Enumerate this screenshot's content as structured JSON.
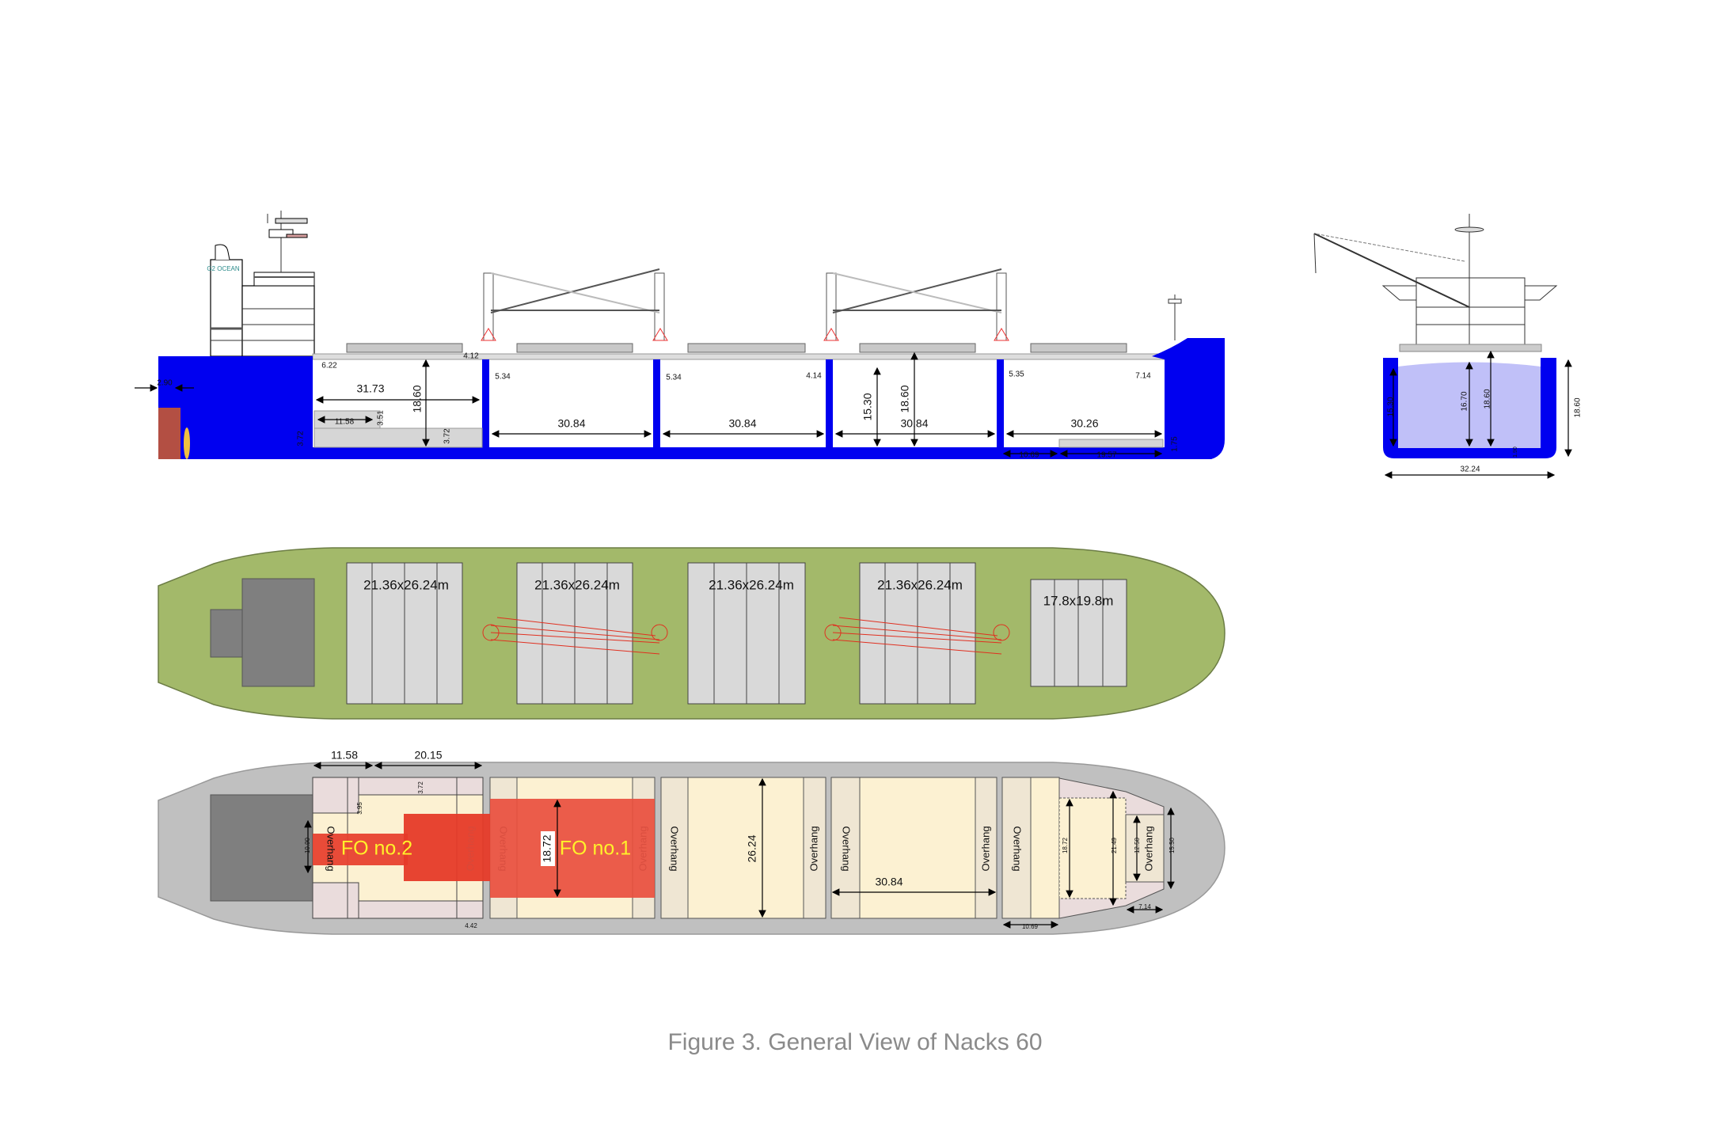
{
  "caption": "Figure 3. General View of Nacks 60",
  "logo": "G2 OCEAN",
  "colors": {
    "hull_blue": "#0000f0",
    "deck_green": "#a3b96a",
    "tanktop_grey": "#c0c0c0",
    "fo_red": "#e8412f",
    "fo_text": "#fff22a",
    "cargo_cream": "#fcf1d2",
    "hold_lavender": "#c0c0f8"
  },
  "profile": {
    "labels": [
      "2.90",
      "6.22",
      "31.73",
      "18.60",
      "11.58",
      "3.51",
      "3.72",
      "3.72",
      "4.12",
      "5.34",
      "5.34",
      "4.14",
      "5.35",
      "7.14",
      "30.84",
      "30.84",
      "30.84",
      "30.26",
      "15.30",
      "18.60",
      "10.69",
      "19.57",
      "1.75"
    ]
  },
  "section": {
    "labels": [
      "15.30",
      "16.70",
      "18.60",
      "18.60",
      "32.24",
      "1.90"
    ]
  },
  "deck_plan": {
    "hatches": [
      "21.36x26.24m",
      "21.36x26.24m",
      "21.36x26.24m",
      "21.36x26.24m",
      "17.8x19.8m"
    ]
  },
  "tank_top": {
    "labels": [
      "11.58",
      "20.15",
      "3.72",
      "3.95",
      "10.90",
      "18.72",
      "26.24",
      "30.84",
      "4.42",
      "10.69",
      "18.72",
      "21.49",
      "12.50",
      "15.50",
      "7.14"
    ],
    "fuel_tanks": [
      "FO  no.2",
      "FO no.1"
    ],
    "overhang": "Overhang"
  }
}
